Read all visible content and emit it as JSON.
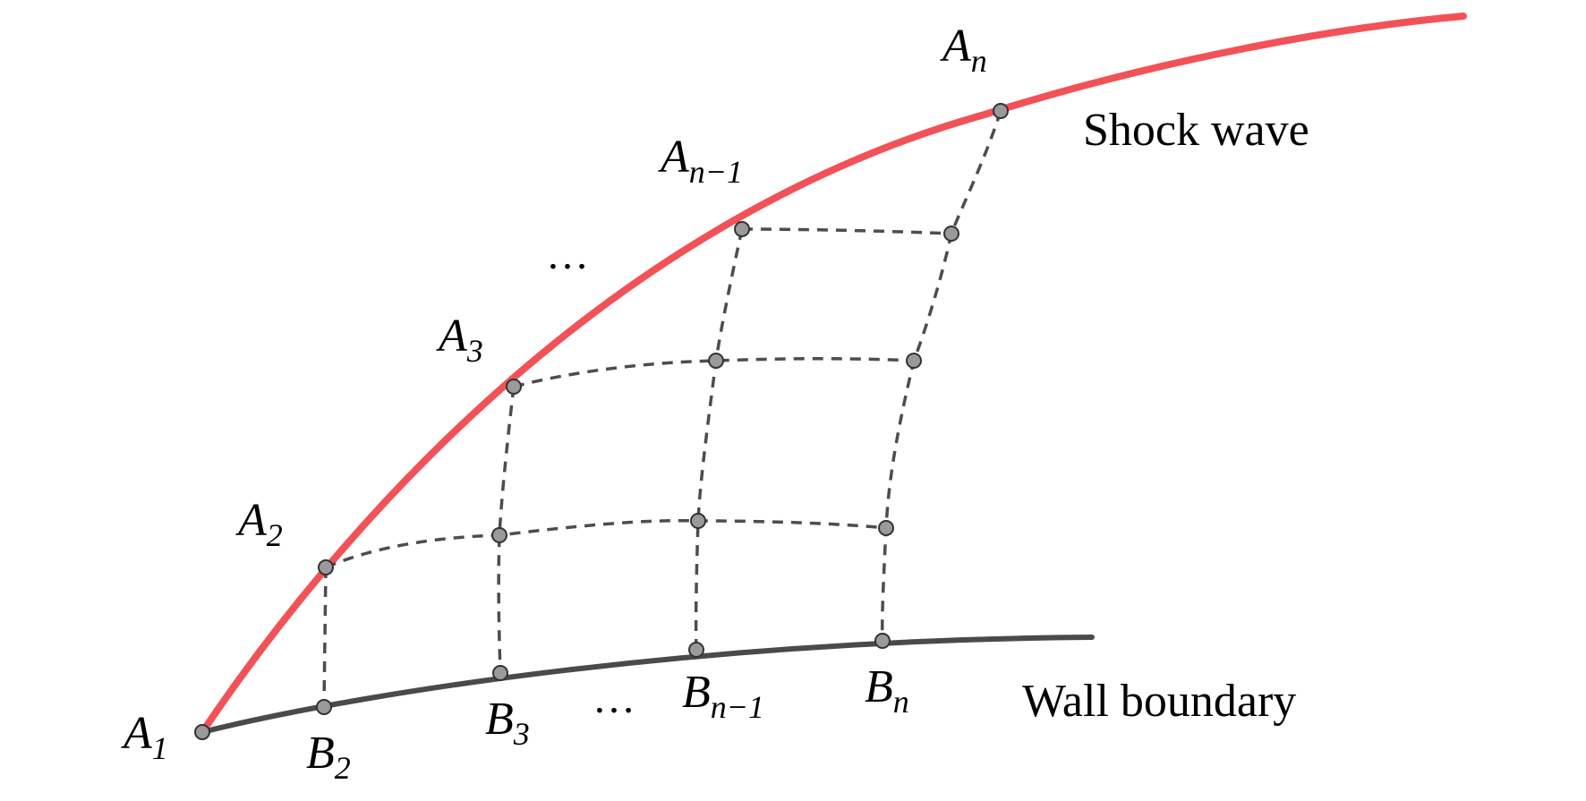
{
  "shock": {
    "label": "Shock wave",
    "color": "#f25257"
  },
  "wall": {
    "label": "Wall boundary",
    "color": "#4a4a4a"
  },
  "mesh": {
    "line_color": "#4d4d4d",
    "node_fill": "#9a9a9a",
    "node_stroke": "#333333"
  },
  "labels": {
    "A1": {
      "main": "A",
      "sub": "1"
    },
    "A2": {
      "main": "A",
      "sub": "2"
    },
    "A3": {
      "main": "A",
      "sub": "3"
    },
    "An1": {
      "main": "A",
      "sub": "n−1"
    },
    "An": {
      "main": "A",
      "sub": "n"
    },
    "B2": {
      "main": "B",
      "sub": "2"
    },
    "B3": {
      "main": "B",
      "sub": "3"
    },
    "Bn1": {
      "main": "B",
      "sub": "n−1"
    },
    "Bn": {
      "main": "B",
      "sub": "n"
    }
  },
  "ellipsis": {
    "top": "…",
    "bottom": "…"
  }
}
